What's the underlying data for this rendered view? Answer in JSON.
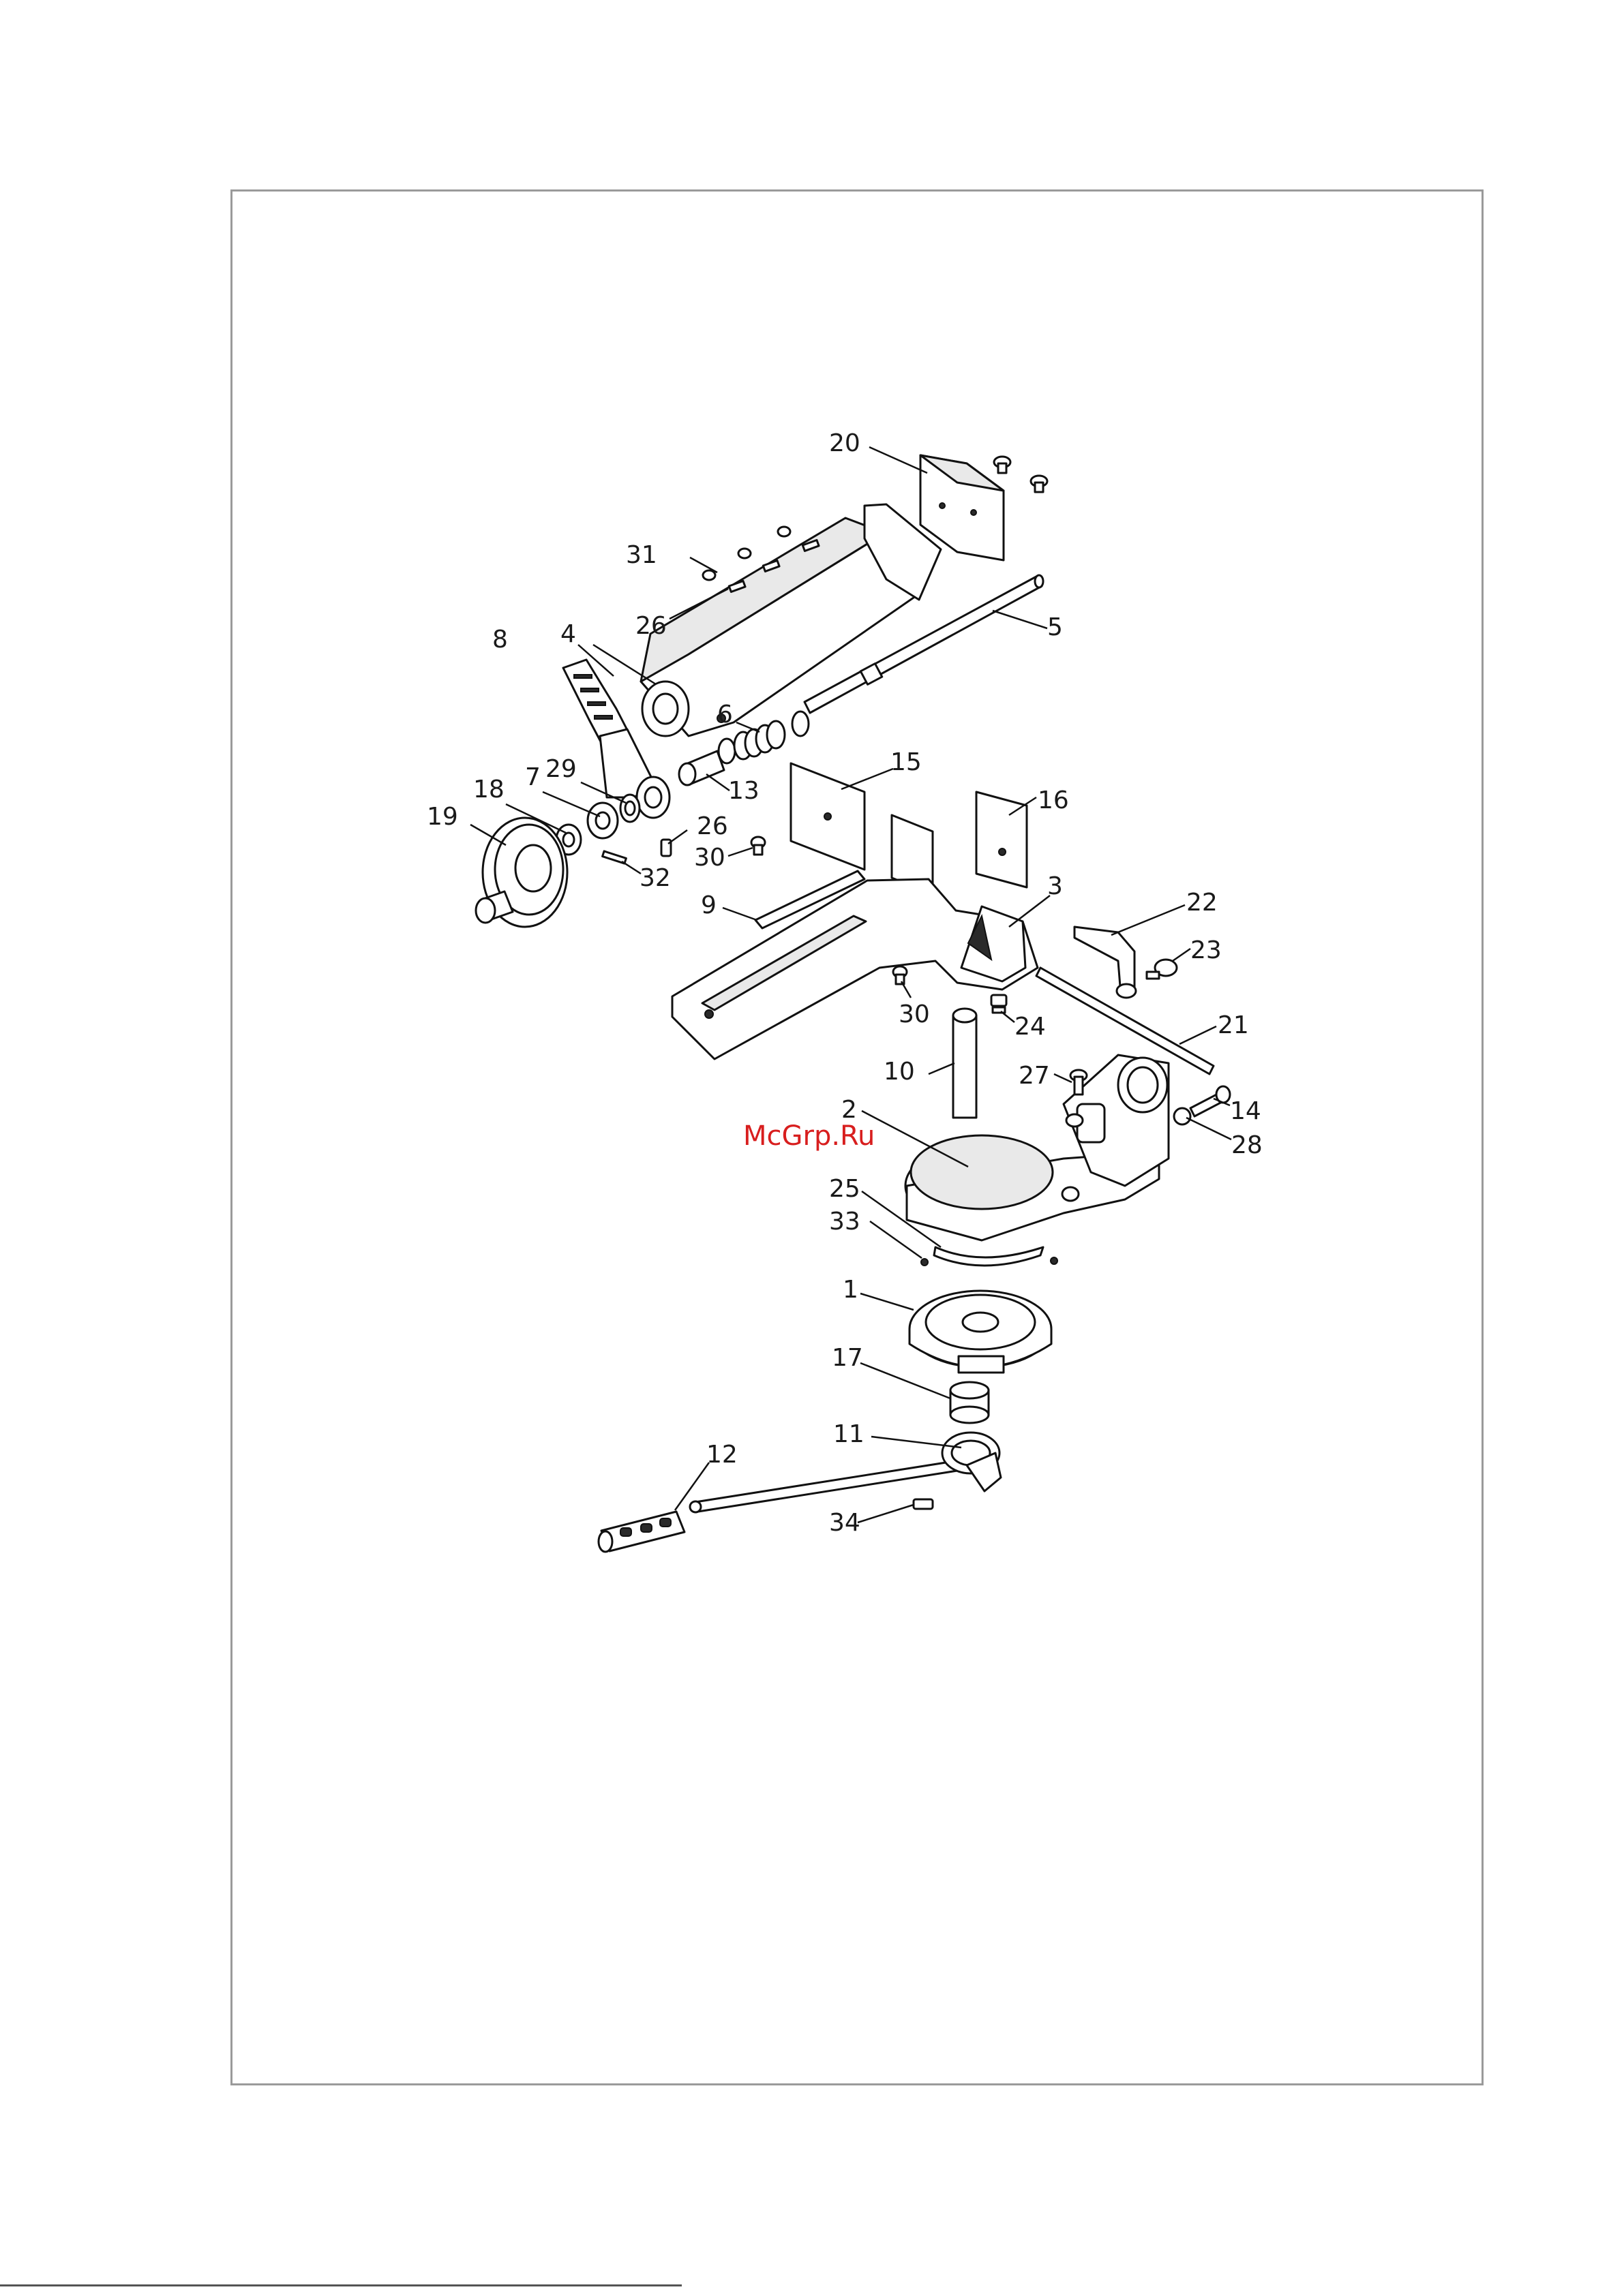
{
  "page": {
    "watermark": "McGrp.Ru"
  },
  "diagram": {
    "part_labels": [
      "20",
      "31",
      "26",
      "4",
      "8",
      "5",
      "6",
      "15",
      "13",
      "16",
      "29",
      "7",
      "18",
      "19",
      "26",
      "30",
      "32",
      "9",
      "3",
      "22",
      "23",
      "30",
      "24",
      "10",
      "21",
      "27",
      "14",
      "2",
      "28",
      "25",
      "33",
      "1",
      "17",
      "11",
      "12",
      "34"
    ]
  },
  "colors": {
    "watermark": "#d81e1e",
    "frame": "#9a9a9a",
    "line": "#111111"
  }
}
